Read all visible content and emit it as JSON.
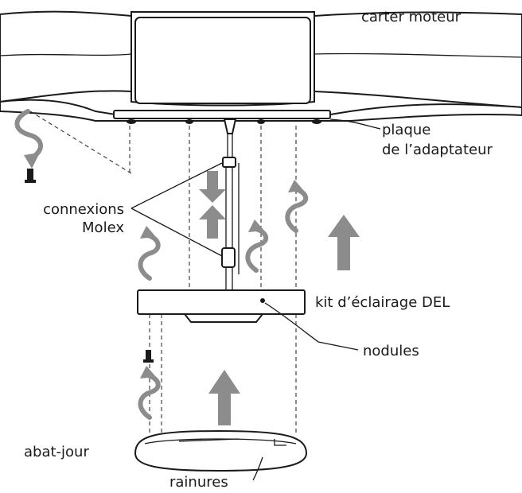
{
  "labels": {
    "motor_housing": "carter moteur",
    "adapter_plate_1": "plaque",
    "adapter_plate_2": "de l’adaptateur",
    "molex_1": "connexions",
    "molex_2": "Molex",
    "led_kit": "kit d’éclairage DEL",
    "nodules": "nodules",
    "shade": "abat-jour",
    "grooves": "rainures"
  }
}
